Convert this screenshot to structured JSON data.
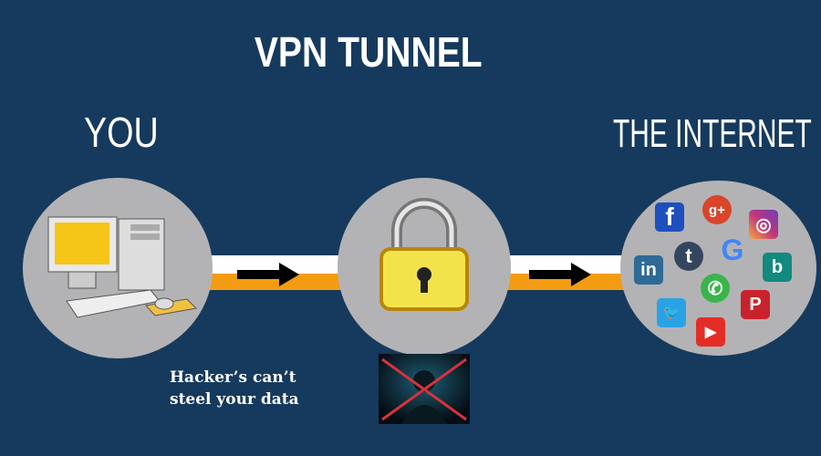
{
  "title": "VPN TUNNEL",
  "left_label": "YOU",
  "right_label": "THE INTERNET",
  "caption_line1": "Hacker’s can’t",
  "caption_line2": "steel your data",
  "icons": {
    "facebook": "f",
    "google_plus": "g+",
    "instagram": "◎",
    "tumblr": "t",
    "google": "G",
    "linkedin": "in",
    "bing": "b",
    "whatsapp": "✆",
    "pinterest": "P",
    "twitter": "🐦",
    "youtube": "▶"
  },
  "colors": {
    "background": "#163a5d",
    "tunnel_orange": "#f39c12",
    "circle": "#b3b3b5"
  }
}
